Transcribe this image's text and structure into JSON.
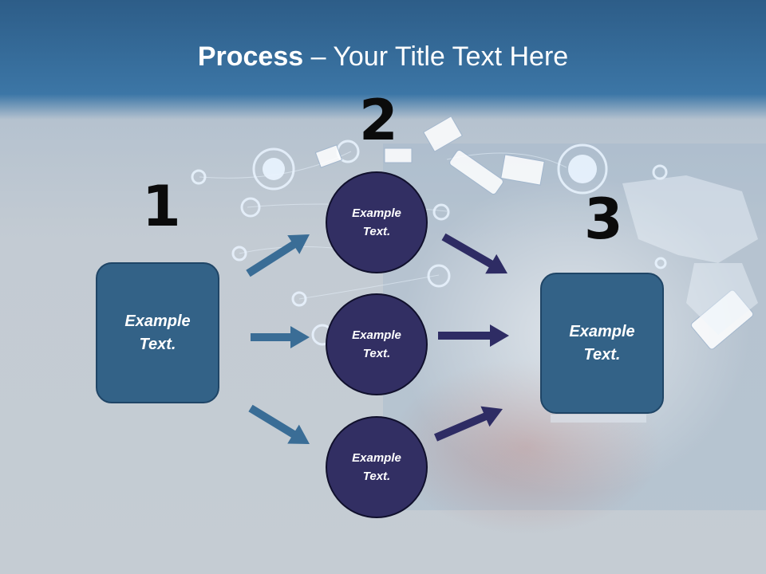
{
  "title": {
    "bold": "Process",
    "rest": " – Your Title Text Here"
  },
  "steps": [
    {
      "number": "1",
      "boxes": [
        "Example Text."
      ]
    },
    {
      "number": "2",
      "boxes": [
        "Example Text.",
        "Example Text.",
        "Example Text."
      ]
    },
    {
      "number": "3",
      "boxes": [
        "Example Text."
      ]
    }
  ],
  "colors": {
    "header": "#3c76a6",
    "side_box": "#336287",
    "circle": "#322f63",
    "arrow_left": "#3a6d96",
    "arrow_right": "#2e2c64"
  }
}
